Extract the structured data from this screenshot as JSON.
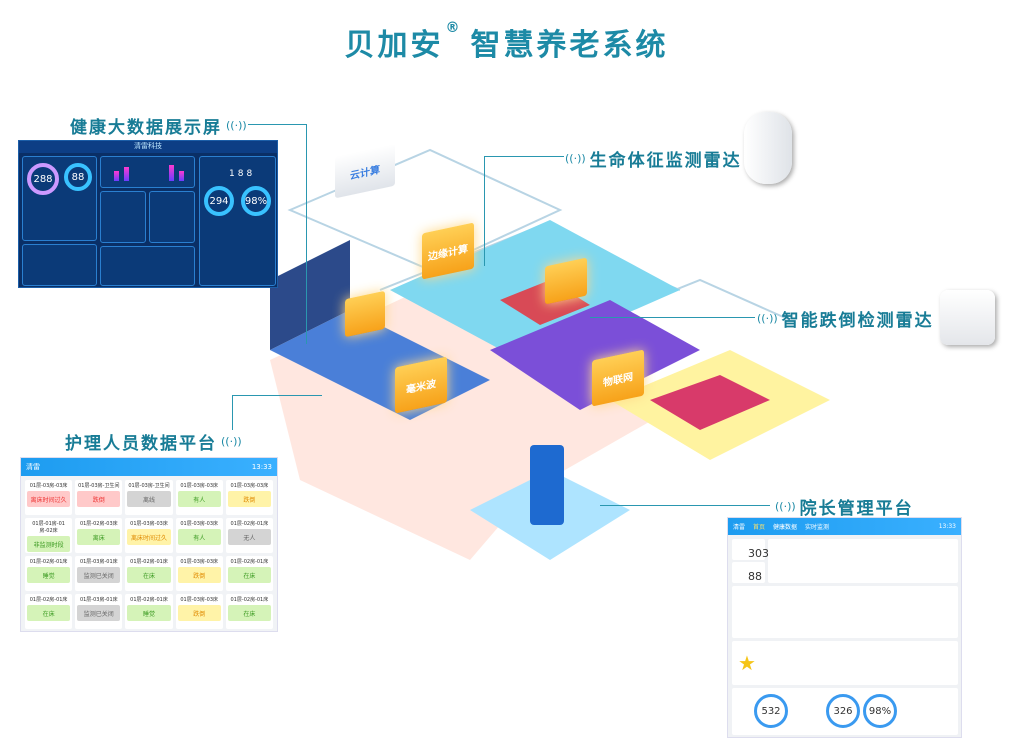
{
  "title": {
    "brand": "贝加安",
    "reg": "®",
    "name": "智慧养老系统"
  },
  "labels": {
    "dashboard": "健康大数据展示屏",
    "vital_radar": "生命体征监测雷达",
    "fall_radar": "智能跌倒检测雷达",
    "nurse": "护理人员数据平台",
    "director": "院长管理平台",
    "wave": "((·))"
  },
  "scene": {
    "cloud": "云计算",
    "edge": "边缘计算",
    "mmwave": "毫米波",
    "iot": "物联网"
  },
  "dashboard": {
    "title": "清雷科技",
    "ring1": "288",
    "ring2": "88",
    "ring3": "294",
    "ring4": "98%",
    "counter": "188"
  },
  "nurse_panel": {
    "logo": "清雷",
    "time": "13:33",
    "cards": [
      [
        "01层-03房-03床",
        "离床时间过久",
        "red"
      ],
      [
        "01层-03房-卫生间",
        "跌倒",
        "red"
      ],
      [
        "01层-03房-卫生间",
        "离线",
        "gray"
      ],
      [
        "01层-03房-03床",
        "有人",
        "green"
      ],
      [
        "01层-03房-03床",
        "跌倒",
        "yellow"
      ],
      [
        "01层-01房-01房-02床",
        "非监测时段",
        "green"
      ],
      [
        "01层-02房-03床",
        "离床",
        "green"
      ],
      [
        "01层-03房-03床",
        "离床时间过久",
        "yellow"
      ],
      [
        "01层-03房-03床",
        "有人",
        "green"
      ],
      [
        "01层-02房-01床",
        "无人",
        "gray"
      ],
      [
        "01层-02房-01床",
        "睡觉",
        "green"
      ],
      [
        "01层-03房-01床",
        "监测已关闭",
        "gray"
      ],
      [
        "01层-02房-01床",
        "在床",
        "green"
      ],
      [
        "01层-03房-03床",
        "跌倒",
        "yellow"
      ],
      [
        "01层-02房-01床",
        "在床",
        "green"
      ],
      [
        "01层-02房-01床",
        "在床",
        "green"
      ],
      [
        "01层-03房-01床",
        "监测已关闭",
        "gray"
      ],
      [
        "01层-02房-01床",
        "睡觉",
        "green"
      ],
      [
        "01层-03房-03床",
        "跌倒",
        "yellow"
      ],
      [
        "01层-02房-01床",
        "在床",
        "green"
      ]
    ]
  },
  "director_panel": {
    "logo": "清雷",
    "tabs": [
      "首页",
      "健康数据",
      "实时监测"
    ],
    "time": "13:33",
    "stat1": "303",
    "stat2": "88",
    "bottom1": "532",
    "bottom2": "326",
    "bottom3": "98%"
  }
}
